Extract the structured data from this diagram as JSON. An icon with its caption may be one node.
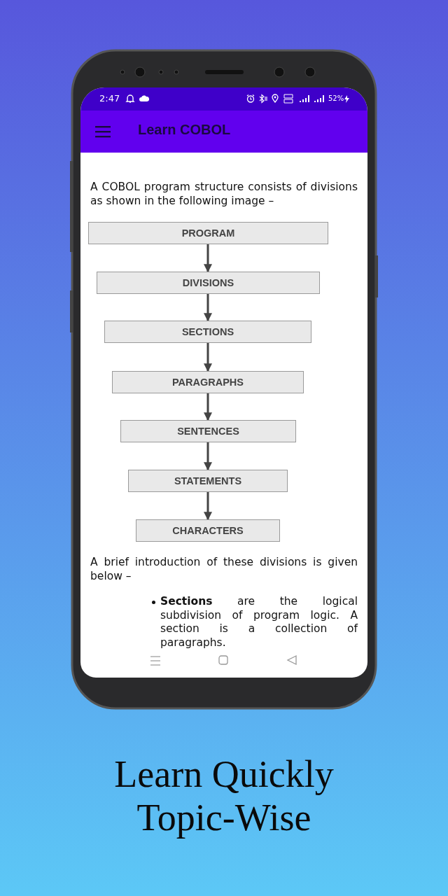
{
  "diagram": {
    "caption": "Learn Quickly Topic-Wise",
    "nodes": [
      {
        "text": [
          "PROGRAM"
        ]
      },
      {
        "text": [
          "DIVISIONS"
        ]
      },
      {
        "text": [
          "SECTIONS"
        ]
      },
      {
        "text": [
          "PARAGRAPHS"
        ]
      },
      {
        "text": [
          "SENTENCES"
        ]
      },
      {
        "text": [
          "STATEMENTS"
        ]
      },
      {
        "text": [
          "CHARACTERS"
        ]
      }
    ],
    "edges": [
      {
        "from": 0,
        "to": 1,
        "arrow": "to"
      },
      {
        "from": 1,
        "to": 2,
        "arrow": "to"
      },
      {
        "from": 2,
        "to": 3,
        "arrow": "to"
      },
      {
        "from": 3,
        "to": 4,
        "arrow": "to"
      },
      {
        "from": 4,
        "to": 5,
        "arrow": "to"
      },
      {
        "from": 5,
        "to": 6,
        "arrow": "to"
      }
    ],
    "labels": [
      "2:47",
      "52%",
      "Learn COBOL",
      "A COBOL program structure consists of divisions as shown in the following image –",
      "A brief introduction of these divisions is given below –",
      "**Sections** are the logical subdivision of program logic. A section is a collection of paragraphs."
    ]
  }
}
